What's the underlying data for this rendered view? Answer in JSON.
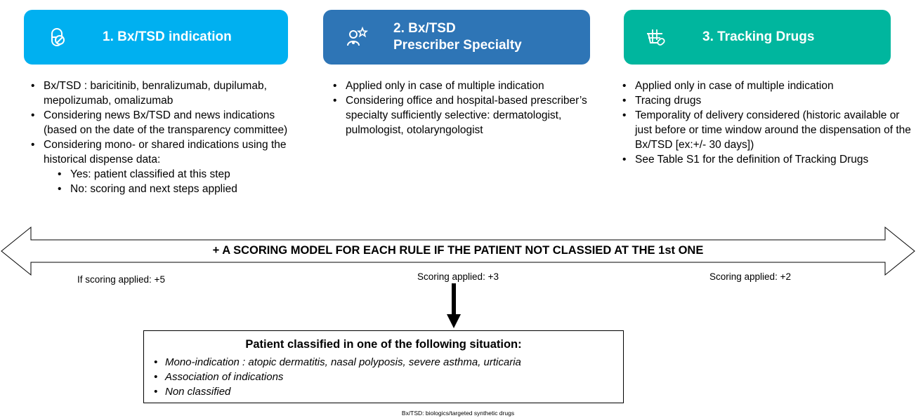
{
  "colors": {
    "step1": "#00b0f0",
    "step2": "#2e75b6",
    "step3": "#00b69e"
  },
  "steps": [
    {
      "title": "1. Bx/TSD indication",
      "icon": "pill-icon",
      "bullets": [
        "Bx/TSD : baricitinib, benralizumab, dupilumab, mepolizumab, omalizumab",
        "Considering news Bx/TSD and news indications (based on the date of the transparency committee)",
        "Considering mono- or shared indications using the historical dispense data:"
      ],
      "sub_bullets": [
        "Yes: patient classified at this step",
        "No: scoring and next steps applied"
      ]
    },
    {
      "title_line1": "2. Bx/TSD",
      "title_line2": "Prescriber Specialty",
      "icon": "doctor-star-icon",
      "bullets": [
        "Applied only in case of multiple indication",
        "Considering office and hospital-based prescriber’s specialty sufficiently selective: dermatologist, pulmologist, otolaryngologist"
      ]
    },
    {
      "title": "3. Tracking Drugs",
      "icon": "prescription-basket-icon",
      "bullets": [
        "Applied only in case of multiple indication",
        "Tracing drugs",
        "Temporality of delivery considered (historic available or just before or time window around the dispensation of the Bx/TSD [ex:+/- 30 days])",
        "See Table S1 for the definition of Tracking Drugs"
      ]
    }
  ],
  "banner": "+ A SCORING MODEL FOR EACH RULE IF THE PATIENT NOT CLASSIED AT THE 1st ONE",
  "scores": [
    "If scoring applied: +5",
    "Scoring applied: +3",
    "Scoring applied: +2"
  ],
  "result": {
    "title": "Patient classified in one of the following situation:",
    "items": [
      "Mono-indication : atopic dermatitis, nasal polyposis, severe asthma, urticaria",
      "Association of indications",
      "Non classified"
    ]
  },
  "footnote": "Bx/TSD: biologics/targeted synthetic drugs"
}
